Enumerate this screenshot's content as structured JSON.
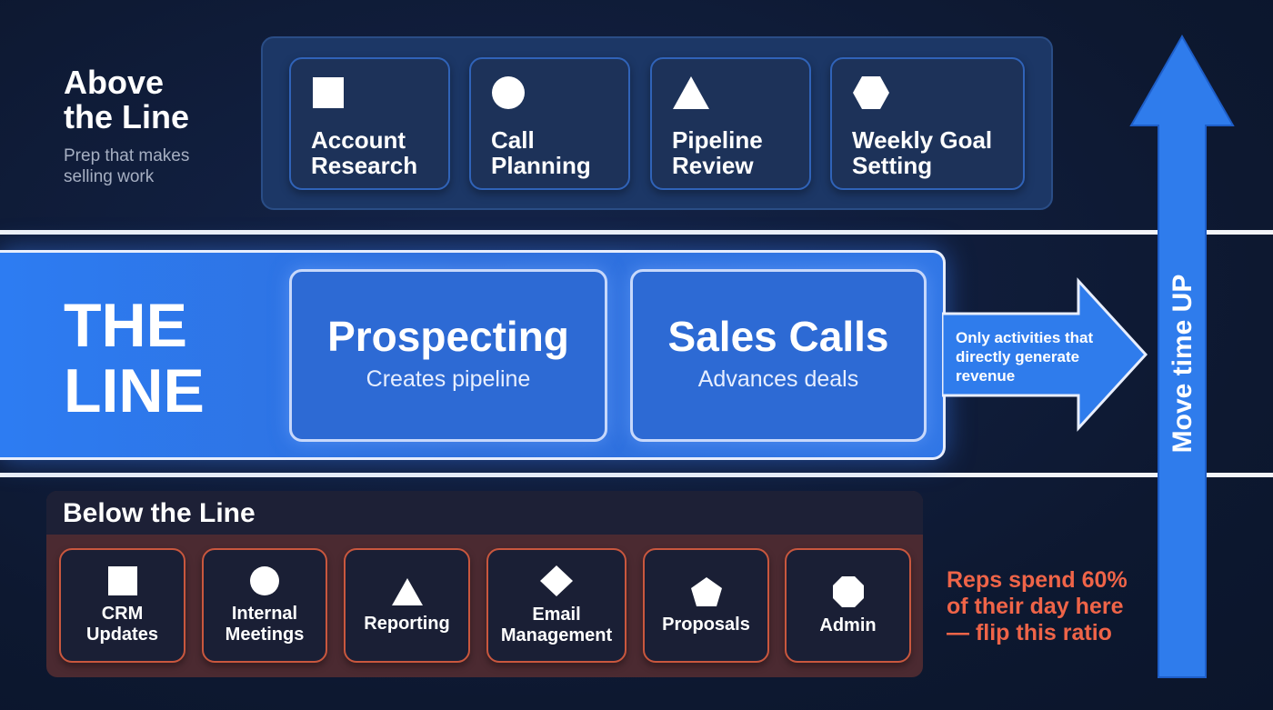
{
  "above": {
    "title_line1": "Above",
    "title_line2": "the Line",
    "subtitle_line1": "Prep that makes",
    "subtitle_line2": "selling work",
    "cards": [
      {
        "icon": "square-icon",
        "line1": "Account",
        "line2": "Research"
      },
      {
        "icon": "circle-icon",
        "line1": "Call",
        "line2": "Planning"
      },
      {
        "icon": "triangle-icon",
        "line1": "Pipeline",
        "line2": "Review"
      },
      {
        "icon": "hexagon-icon",
        "line1": "Weekly Goal",
        "line2": "Setting"
      }
    ]
  },
  "line": {
    "title_line1": "THE",
    "title_line2": "LINE",
    "cards": [
      {
        "title": "Prospecting",
        "subtitle": "Creates pipeline"
      },
      {
        "title": "Sales Calls",
        "subtitle": "Advances deals"
      }
    ],
    "arrow_line1": "Only activities that",
    "arrow_line2": "directly generate",
    "arrow_line3": "revenue"
  },
  "vertical_arrow_label": "Move time UP",
  "below": {
    "title": "Below the Line",
    "cards": [
      {
        "icon": "square-icon",
        "line1": "CRM",
        "line2": "Updates"
      },
      {
        "icon": "circle-icon",
        "line1": "Internal",
        "line2": "Meetings"
      },
      {
        "icon": "triangle-icon",
        "line1": "Reporting",
        "line2": ""
      },
      {
        "icon": "diamond-icon",
        "line1": "Email",
        "line2": "Management"
      },
      {
        "icon": "pentagon-icon",
        "line1": "Proposals",
        "line2": ""
      },
      {
        "icon": "octagon-icon",
        "line1": "Admin",
        "line2": ""
      }
    ],
    "note_line1": "Reps spend 60%",
    "note_line2": "of their day here",
    "note_line3": "— flip this ratio"
  },
  "colors": {
    "accent_blue": "#2d7cf2",
    "warning_red": "#ef6448",
    "background": "#0d1830"
  }
}
